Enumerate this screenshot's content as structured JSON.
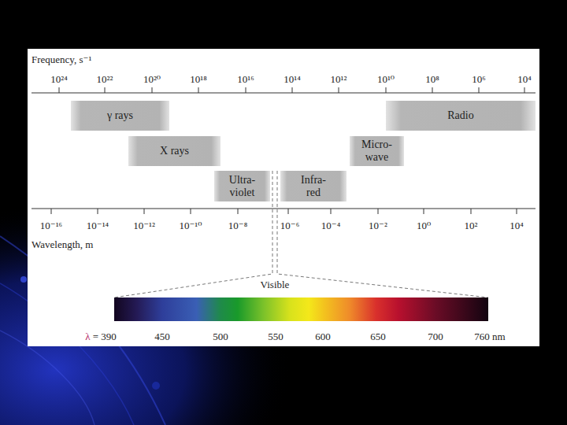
{
  "diagram": {
    "nodes": [
      {
        "text": [
          "γ rays"
        ]
      },
      {
        "text": [
          "Radio"
        ]
      },
      {
        "text": [
          "X rays"
        ]
      },
      {
        "text": [
          "Micro- wave"
        ]
      },
      {
        "text": [
          "Ultra- violet"
        ]
      },
      {
        "text": [
          "Infra- red"
        ]
      }
    ],
    "labels": [
      "Frequency, s⁻¹",
      "10²⁴",
      "10²²",
      "10²⁰",
      "10¹⁸",
      "10¹⁶",
      "10¹⁴",
      "10¹²",
      "10¹⁰",
      "10⁸",
      "10⁶",
      "10⁴",
      "10⁻¹⁶",
      "10⁻¹⁴",
      "10⁻¹²",
      "10⁻¹⁰",
      "10⁻⁸",
      "10⁻⁶",
      "10⁻⁴",
      "10⁻²",
      "10⁰",
      "10²",
      "10⁴",
      "Wavelength, m",
      "Visible",
      "λ = 390",
      "450",
      "500",
      "550",
      "600",
      "650",
      "700",
      "760 nm"
    ]
  }
}
